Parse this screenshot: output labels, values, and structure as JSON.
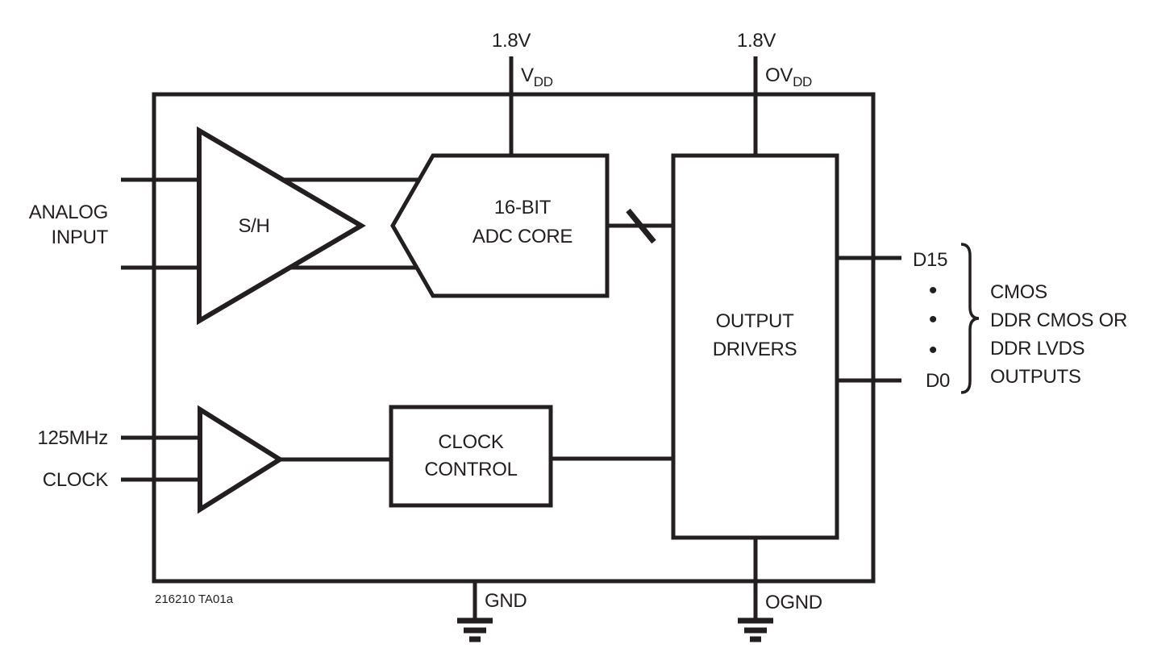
{
  "colors": {
    "ink": "#231f20",
    "background": "#ffffff"
  },
  "figure": {
    "id": "216210 TA01a"
  },
  "power": {
    "vdd": {
      "voltage": "1.8V",
      "label_main": "V",
      "label_sub": "DD"
    },
    "ovdd": {
      "voltage": "1.8V",
      "label_main": "OV",
      "label_sub": "DD"
    }
  },
  "grounds": {
    "gnd": "GND",
    "ognd": "OGND"
  },
  "inputs": {
    "analog": {
      "label_line1": "ANALOG",
      "label_line2": "INPUT"
    },
    "clock": {
      "label_line1": "125MHz",
      "label_line2": "CLOCK"
    }
  },
  "blocks": {
    "sample_hold": {
      "label": "S/H"
    },
    "adc_core": {
      "label_line1": "16-BIT",
      "label_line2": "ADC CORE"
    },
    "clock_control": {
      "label_line1": "CLOCK",
      "label_line2": "CONTROL"
    },
    "output_drivers": {
      "label_line1": "OUTPUT",
      "label_line2": "DRIVERS"
    }
  },
  "outputs": {
    "msb": "D15",
    "lsb": "D0",
    "bullets": [
      "•",
      "•",
      "•"
    ],
    "modes": [
      "CMOS",
      "DDR CMOS OR",
      "DDR LVDS",
      "OUTPUTS"
    ]
  }
}
